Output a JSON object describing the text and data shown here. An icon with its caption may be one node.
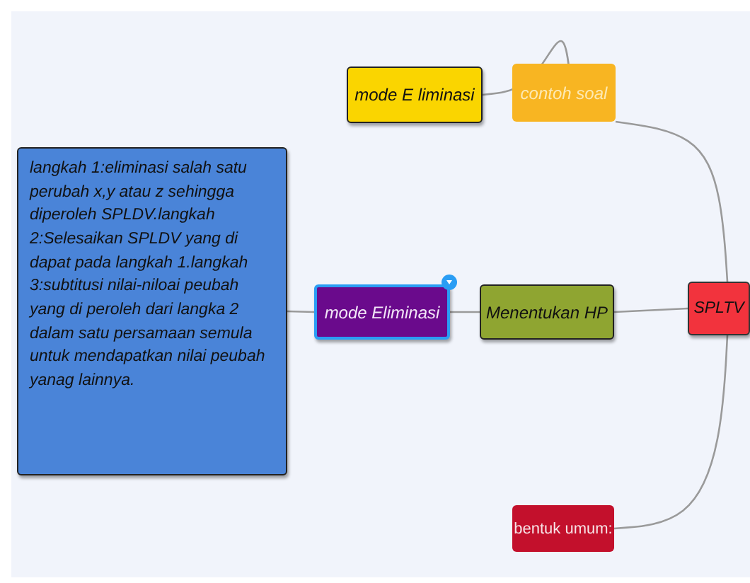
{
  "diagram": {
    "nodes": [
      {
        "text": [
          "SPLTV"
        ]
      },
      {
        "text": [
          "contoh soal"
        ]
      },
      {
        "text": [
          "mode E liminasi"
        ]
      },
      {
        "text": [
          "Menentukan HP"
        ]
      },
      {
        "text": [
          "mode Eliminasi"
        ]
      },
      {
        "text": [
          "langkah 1:eliminasi salah satu perubah x,y atau z sehingga diperoleh SPLDV.langkah 2:Selesaikan SPLDV yang di dapat pada langkah 1.langkah 3:subtitusi nilai-niloai peubah yang di peroleh dari langka 2 dalam satu persamaan semula untuk mendapatkan nilai peubah yanag lainnya."
        ]
      },
      {
        "text": [
          "bentuk umum:"
        ]
      }
    ],
    "edges": [
      {
        "from": 0,
        "to": 1,
        "arrow": "none"
      },
      {
        "from": 1,
        "to": 2,
        "arrow": "none"
      },
      {
        "from": 0,
        "to": 3,
        "arrow": "none"
      },
      {
        "from": 3,
        "to": 4,
        "arrow": "none"
      },
      {
        "from": 4,
        "to": 5,
        "arrow": "none"
      },
      {
        "from": 0,
        "to": 6,
        "arrow": "none"
      }
    ]
  }
}
